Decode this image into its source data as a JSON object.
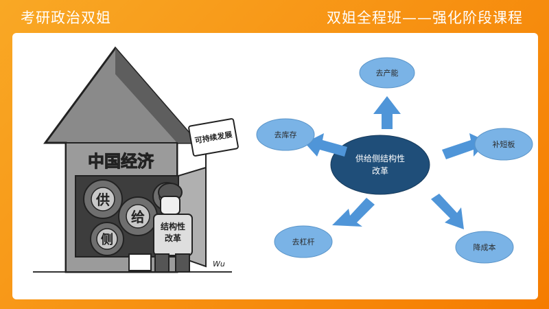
{
  "header": {
    "left_title": "考研政治双姐",
    "right_title": "双姐全程班——强化阶段课程"
  },
  "cartoon": {
    "house_label": "中国经济",
    "gear_chars": [
      "供",
      "给",
      "侧"
    ],
    "sign_text": "可持续发展",
    "worker_vest_line1": "结构性",
    "worker_vest_line2": "改革",
    "signature": "Wu"
  },
  "diagram": {
    "center_line1": "供给侧结构性",
    "center_line2": "改革",
    "nodes": {
      "top": "去产能",
      "left": "去库存",
      "right": "补短板",
      "bottom_left": "去杠杆",
      "bottom_right": "降成本"
    }
  },
  "colors": {
    "center_fill": "#1f4e79",
    "node_fill": "#7ab3e6",
    "arrow_fill": "#4f95d8"
  }
}
